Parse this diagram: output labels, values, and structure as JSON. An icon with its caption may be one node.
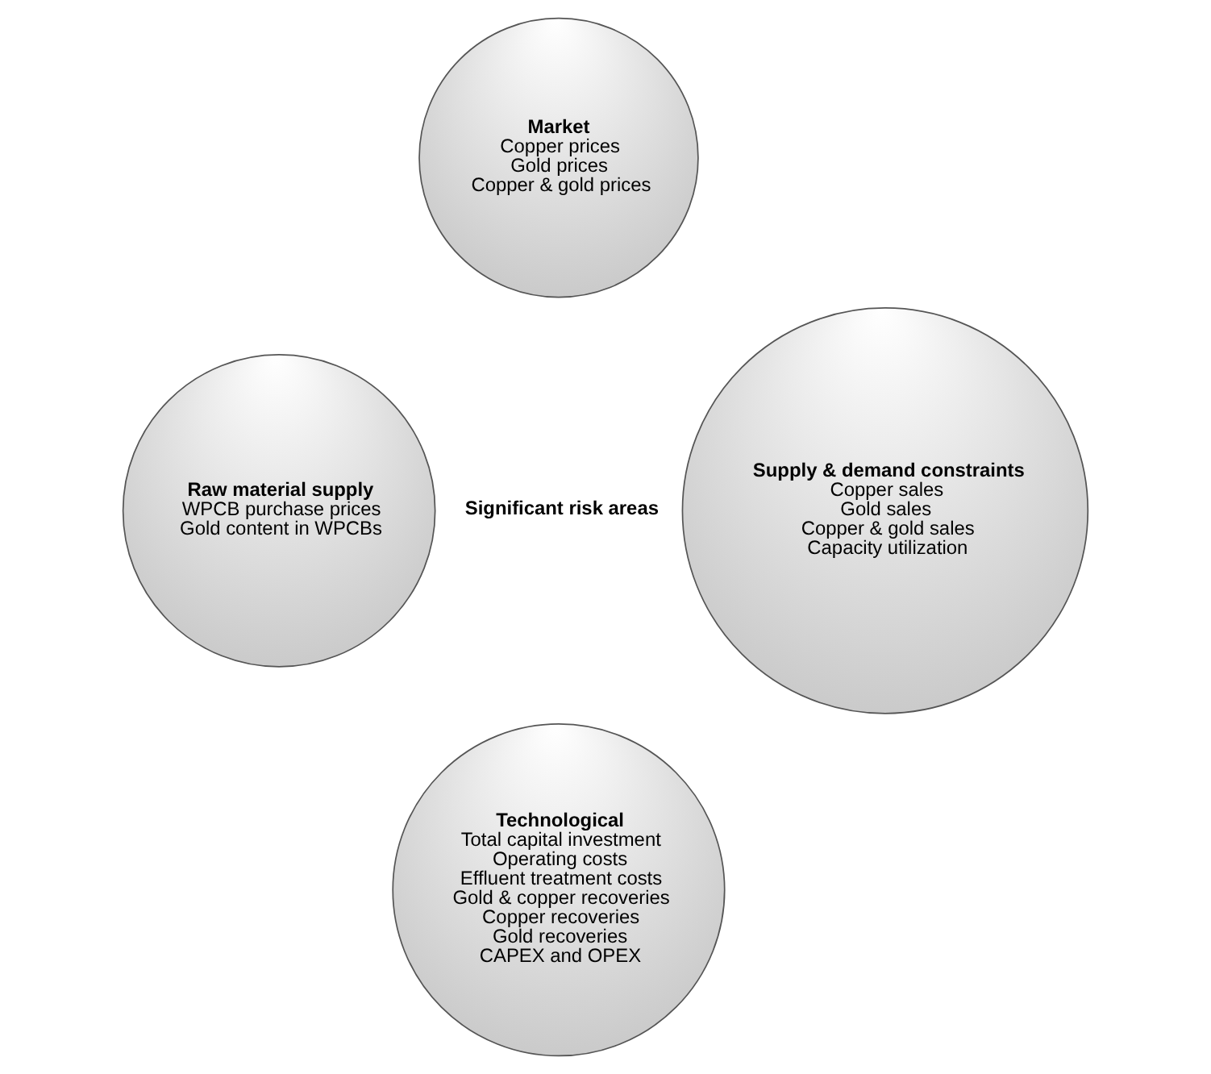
{
  "diagram": {
    "nodes": [
      {
        "text": [
          "Market",
          "Copper prices",
          "Gold prices",
          "Copper & gold prices"
        ]
      },
      {
        "text": [
          "Raw material supply",
          "WPCB purchase prices",
          "Gold content in WPCBs"
        ]
      },
      {
        "text": [
          "Supply & demand constraints",
          "Copper sales",
          "Gold sales",
          "Copper & gold sales",
          "Capacity utilization"
        ]
      },
      {
        "text": [
          "Technological",
          "Total capital investment",
          "Operating costs",
          "Effluent treatment costs",
          "Gold & copper recoveries",
          "Copper recoveries",
          "Gold recoveries",
          "CAPEX and OPEX"
        ]
      }
    ],
    "labels": [
      "Significant risk areas"
    ]
  }
}
